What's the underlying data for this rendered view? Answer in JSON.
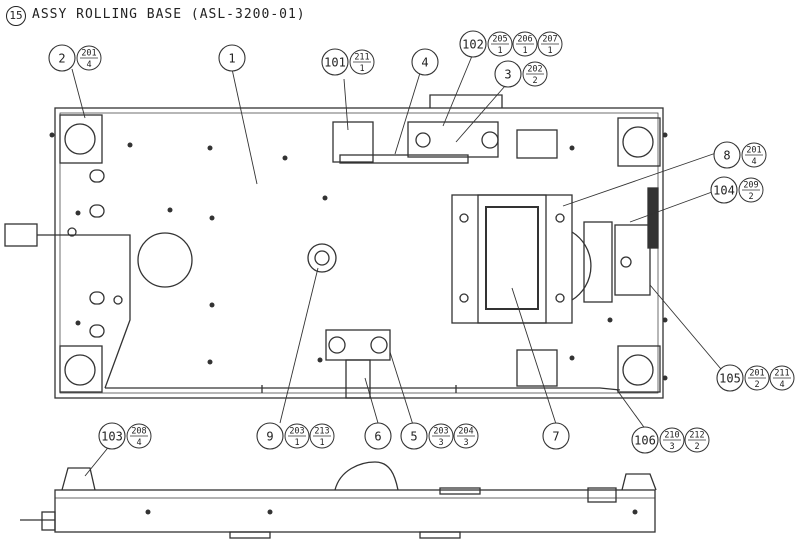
{
  "header": {
    "section_number": "15",
    "title": "ASSY ROLLING BASE (ASL-3200-01)"
  },
  "callouts": [
    {
      "id": "c2",
      "label": "2",
      "top": "201",
      "bottom": "4"
    },
    {
      "id": "c1",
      "label": "1",
      "top": "",
      "bottom": ""
    },
    {
      "id": "c101",
      "label": "101",
      "top": "211",
      "bottom": "1"
    },
    {
      "id": "c4",
      "label": "4",
      "top": "",
      "bottom": ""
    },
    {
      "id": "c102",
      "label": "102",
      "fractions": [
        {
          "top": "205",
          "bottom": "1"
        },
        {
          "top": "206",
          "bottom": "1"
        },
        {
          "top": "207",
          "bottom": "1"
        }
      ]
    },
    {
      "id": "c3",
      "label": "3",
      "top": "202",
      "bottom": "2"
    },
    {
      "id": "c8",
      "label": "8",
      "top": "201",
      "bottom": "4"
    },
    {
      "id": "c104",
      "label": "104",
      "top": "209",
      "bottom": "2"
    },
    {
      "id": "c105",
      "label": "105",
      "fractions": [
        {
          "top": "201",
          "bottom": "2"
        },
        {
          "top": "211",
          "bottom": "4"
        }
      ]
    },
    {
      "id": "c106",
      "label": "106",
      "fractions": [
        {
          "top": "210",
          "bottom": "3"
        },
        {
          "top": "212",
          "bottom": "2"
        }
      ]
    },
    {
      "id": "c7",
      "label": "7",
      "top": "",
      "bottom": ""
    },
    {
      "id": "c5",
      "label": "5",
      "fractions": [
        {
          "top": "203",
          "bottom": "3"
        },
        {
          "top": "204",
          "bottom": "3"
        }
      ]
    },
    {
      "id": "c6",
      "label": "6",
      "top": "",
      "bottom": ""
    },
    {
      "id": "c9",
      "label": "9",
      "fractions": [
        {
          "top": "203",
          "bottom": "1"
        },
        {
          "top": "213",
          "bottom": "1"
        }
      ]
    },
    {
      "id": "c103",
      "label": "103",
      "top": "208",
      "bottom": "4"
    }
  ]
}
